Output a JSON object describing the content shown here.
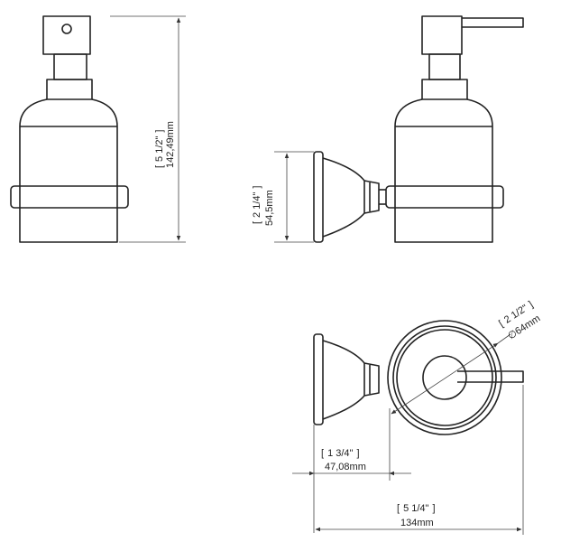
{
  "dimensions": {
    "height_total": {
      "imperial": "5 1/2\"",
      "metric": "142,49mm"
    },
    "bracket_height": {
      "imperial": "2 1/4\"",
      "metric": "54,5mm"
    },
    "ring_diameter": {
      "imperial": "2 1/2\"",
      "metric": "64mm",
      "symbol": "∅"
    },
    "bracket_projection": {
      "imperial": "1 3/4\"",
      "metric": "47,08mm"
    },
    "total_depth": {
      "imperial": "5 1/4\"",
      "metric": "134mm"
    }
  },
  "bracket_open": "[",
  "bracket_close": "]"
}
